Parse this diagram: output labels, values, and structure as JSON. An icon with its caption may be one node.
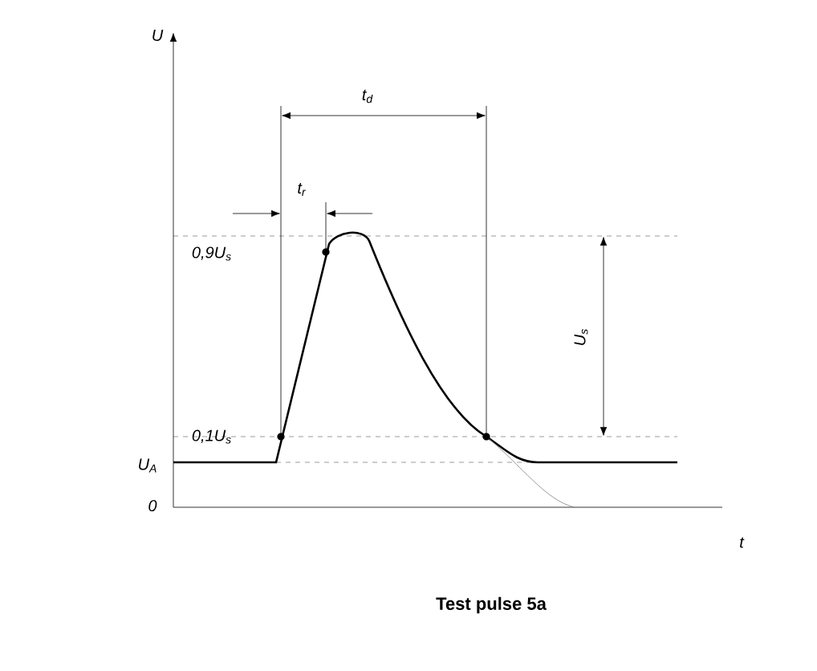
{
  "diagram": {
    "caption": "Test pulse 5a",
    "labels": [
      "U",
      "t$_{d}$",
      "t$_{r}$",
      "0,9U$_{s}$",
      "U$_{s}$",
      "0,1U$_{s}$",
      "U$_{A}$",
      "0",
      "t"
    ]
  }
}
